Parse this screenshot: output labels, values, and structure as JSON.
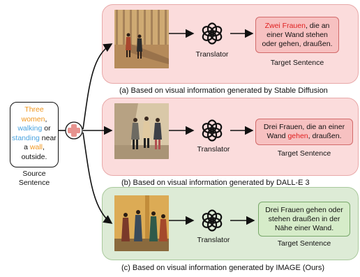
{
  "source": {
    "w1": "Three",
    "w2": "women",
    "w3": ",",
    "w4": "walking",
    "w5": " or",
    "w6": "standing",
    "w7": " near",
    "w8": "a ",
    "w9": "wall",
    "w10": ",",
    "w11": "outside.",
    "label_line1": "Source",
    "label_line2": "Sentence"
  },
  "panels": [
    {
      "translator": "Translator",
      "target_label": "Target Sentence",
      "sent_a": "Zwei Frauen",
      "sent_b": ", die an einer Wand stehen oder gehen, draußen.",
      "caption": "(a) Based on visual information generated by Stable Diffusion"
    },
    {
      "translator": "Translator",
      "target_label": "Target Sentence",
      "sent_a": "Drei Frauen, die an einer Wand ",
      "sent_b": "gehen",
      "sent_c": ", draußen.",
      "caption": "(b) Based on visual information generated by DALL-E 3"
    },
    {
      "translator": "Translator",
      "target_label": "Target Sentence",
      "sent_a": "Drei Frauen gehen oder stehen draußen in der Nähe einer Wand.",
      "caption": "(c) Based on visual information generated by IMAGE (Ours)"
    }
  ],
  "colors": {
    "pink_panel": "#fbdcdc",
    "green_panel": "#ddebd6",
    "highlight_red": "#e02020",
    "highlight_orange": "#f0961e",
    "highlight_blue": "#4aa3df"
  },
  "icons": [
    "openai-logo-icon",
    "plus-icon"
  ]
}
